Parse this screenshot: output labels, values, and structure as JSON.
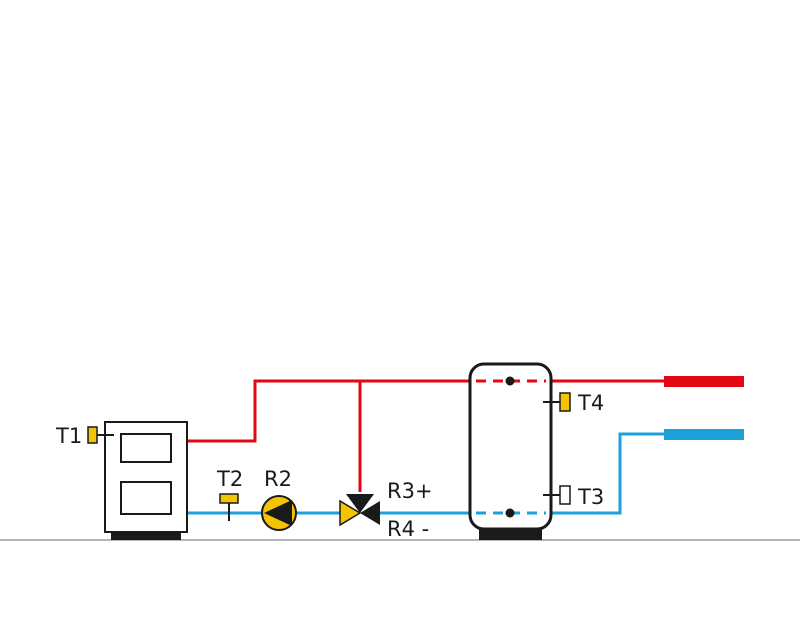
{
  "labels": {
    "t1": "T1",
    "t2": "T2",
    "t3": "T3",
    "t4": "T4",
    "r2": "R2",
    "r3": "R3+",
    "r4": "R4 -"
  },
  "colors": {
    "hot": "#e30613",
    "cold": "#1ea0db",
    "sensor": "#f5c400",
    "outline": "#1a1a1a",
    "floor": "#9a9a9a"
  },
  "icons": {
    "boiler": "boiler-icon",
    "pump": "pump-icon",
    "valve": "three-way-valve-icon",
    "tank": "storage-tank-icon",
    "sensor": "temperature-sensor-icon"
  }
}
